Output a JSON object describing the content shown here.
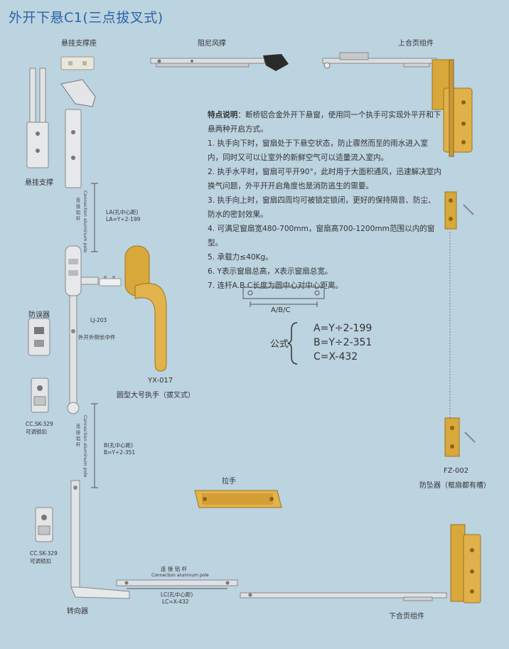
{
  "page": {
    "title": "外开下悬C1(三点拔叉式)"
  },
  "labels": {
    "stay_base": "悬挂支撑座",
    "damper_stay": "阻尼风撑",
    "upper_hinge": "上合页组件",
    "hanging_stay": "悬挂支撑",
    "la_title": "LA(孔中心距)",
    "la_formula": "LA=Y÷2-199",
    "anti_misoperation": "防误器",
    "lj_code": "LJ-203",
    "lj_name": "外开外侧长中件",
    "keeper_top_code": "CC.SK-329",
    "keeper_top_name": "可调锁扣",
    "handle_code": "YX-017",
    "handle_name": "圆型大号执手（拔叉式）",
    "b_title": "B(孔中心距)",
    "b_formula": "B=Y÷2-351",
    "pull_handle": "拉手",
    "keeper_bottom_code": "CC.SK-329",
    "keeper_bottom_name": "可调锁扣",
    "fz_code": "FZ-002",
    "fz_name": "防坠器（框扇都有槽）",
    "corner_device": "转向器",
    "lower_hinge": "下合页组件",
    "lc_title": "LC(孔中心距)",
    "lc_formula": "LC=X-432",
    "rod_cn": "连 接 铝 杆",
    "rod_en": "Connection aluminum pole",
    "rod_cn_vertical": "连 接 铝 杆",
    "abc_label": "A/B/C",
    "formula_word": "公式"
  },
  "description": {
    "heading": "特点说明",
    "intro": "：断桥铝合金外开下悬窗，使用同一个执手可实现外平开和下悬两种开启方式。",
    "items": [
      "1. 执手向下时，窗扇处于下悬空状态，防止骤然而至的雨水进入室内，同时又可以让室外的新鲜空气可以适量流入室内。",
      "2. 执手水平时，窗扇可平开90°，此时用于大面积通风，迅速解决室内换气问题，外平开开启角度也是消防逃生的需要。",
      "3. 执手向上时，窗扇四周均可被锁定锁闭，更好的保持隔音、防尘、防水的密封效果。",
      "4. 可满足窗扇宽480-700mm，窗扇高700-1200mm范围以内的窗型。",
      "5. 承载力≤40Kg。",
      "6. Y表示窗扇总高，X表示窗扇总宽。",
      "7. 连杆A.B.C长度为圆中心对中心距离。"
    ]
  },
  "formulas": [
    "A=Y÷2-199",
    "B=Y÷2-351",
    "C=X-432"
  ],
  "colors": {
    "background": "#bcd3e0",
    "title": "#2a64a8",
    "gold": "#d9a83a",
    "silver": "#d8dbde"
  }
}
